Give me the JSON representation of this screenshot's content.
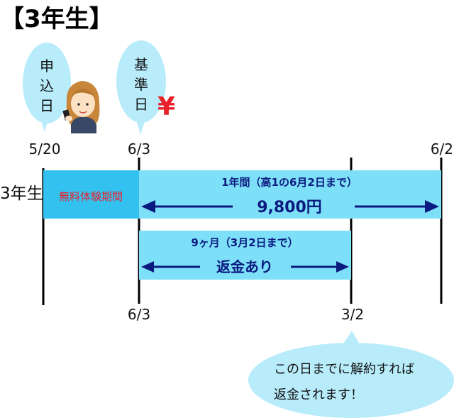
{
  "heading": "【3年生】",
  "bubbles": {
    "application": [
      "申",
      "込",
      "日"
    ],
    "reference": [
      "基",
      "準",
      "日"
    ]
  },
  "yen_symbol": "¥",
  "dates_top": {
    "start": "5/20",
    "reference": "6/3",
    "end": "6/2"
  },
  "dates_bottom": {
    "reference": "6/3",
    "refund_end": "3/2"
  },
  "row_label": "3年生",
  "trial_label": "無料体験期間",
  "period_year": {
    "title": "1年間（高1の6月2日まで）",
    "price": "9,800円"
  },
  "period_refund": {
    "title": "9ヶ月（3月2日まで）",
    "label": "返金あり"
  },
  "note": {
    "line1": "この日までに解約すれば",
    "line2": "返金されます！"
  },
  "colors": {
    "bar": "#7ee0f8",
    "trial": "#33c2f0",
    "bubble": "#b8ecfb",
    "arrow": "#0b1a80",
    "red": "#e8202a"
  }
}
